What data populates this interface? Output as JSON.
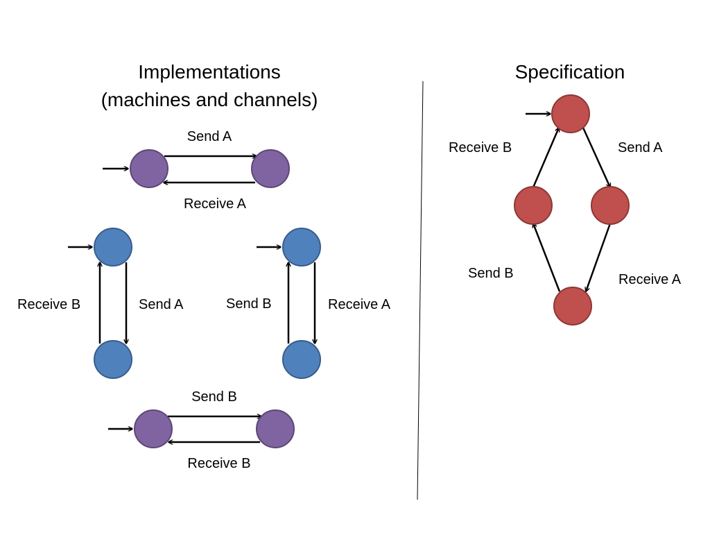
{
  "colors": {
    "machine_node": "#8064A2",
    "machine_node_border": "#5C4776",
    "channel_node": "#4F81BD",
    "channel_node_border": "#385D8A",
    "spec_node": "#C0504D",
    "spec_node_border": "#8C3836",
    "edge": "#000000"
  },
  "implementations": {
    "title_line1": "Implementations",
    "title_line2": "(machines and channels)",
    "machine_a": {
      "send_label": "Send A",
      "receive_label": "Receive A"
    },
    "channel_a": {
      "receive_label": "Receive B",
      "send_label": "Send A"
    },
    "channel_b": {
      "send_label": "Send B",
      "receive_label": "Receive A"
    },
    "machine_b": {
      "send_label": "Send B",
      "receive_label": "Receive B"
    }
  },
  "specification": {
    "title": "Specification",
    "labels": {
      "top_left": "Receive B",
      "top_right": "Send A",
      "bottom_left": "Send B",
      "bottom_right": "Receive A"
    }
  }
}
